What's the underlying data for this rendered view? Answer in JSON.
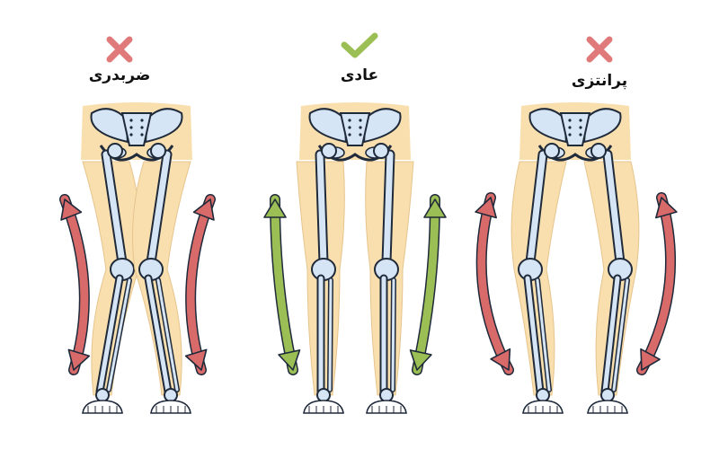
{
  "panels": [
    {
      "label": "ضربدری",
      "status": "incorrect",
      "status_icon": "cross-icon",
      "arrow_color": "#d96a6a"
    },
    {
      "label": "عادی",
      "status": "correct",
      "status_icon": "check-icon",
      "arrow_color": "#9cbf55"
    },
    {
      "label": "پرانتزی",
      "status": "incorrect",
      "status_icon": "cross-icon",
      "arrow_color": "#d96a6a"
    }
  ],
  "colors": {
    "skin": "#f9dfae",
    "bone": "#d6e5f5",
    "outline": "#1f2a3a",
    "cross": "#e07a7a",
    "check": "#9cbf55"
  }
}
